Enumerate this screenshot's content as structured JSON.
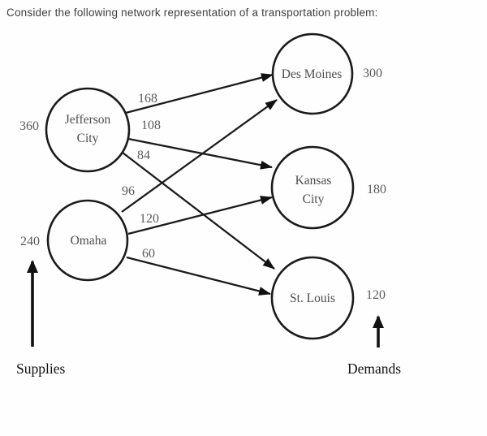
{
  "title": "Consider the following network representation of a transportation problem:",
  "diagram": {
    "supplies_label": "Supplies",
    "demands_label": "Demands",
    "supply_nodes": [
      {
        "id": "jefferson-city",
        "line1": "Jefferson",
        "line2": "City",
        "supply": "360"
      },
      {
        "id": "omaha",
        "line1": "Omaha",
        "line2": "",
        "supply": "240"
      }
    ],
    "demand_nodes": [
      {
        "id": "des-moines",
        "line1": "Des Moines",
        "line2": "",
        "demand": "300"
      },
      {
        "id": "kansas-city",
        "line1": "Kansas",
        "line2": "City",
        "demand": "180"
      },
      {
        "id": "st-louis",
        "line1": "St. Louis",
        "line2": "",
        "demand": "120"
      }
    ],
    "edges": [
      {
        "from": "jefferson-city",
        "to": "des-moines",
        "cost": "168"
      },
      {
        "from": "jefferson-city",
        "to": "kansas-city",
        "cost": "108"
      },
      {
        "from": "jefferson-city",
        "to": "st-louis",
        "cost": "84"
      },
      {
        "from": "omaha",
        "to": "des-moines",
        "cost": "96"
      },
      {
        "from": "omaha",
        "to": "kansas-city",
        "cost": "120"
      },
      {
        "from": "omaha",
        "to": "st-louis",
        "cost": "60"
      }
    ],
    "colors": {
      "line": "#1b1b1b",
      "node_text": "#4d4d4d",
      "cost_text": "#5a5a5a",
      "label_text": "#0f0f0f",
      "title_text": "#3e3e3e"
    }
  }
}
